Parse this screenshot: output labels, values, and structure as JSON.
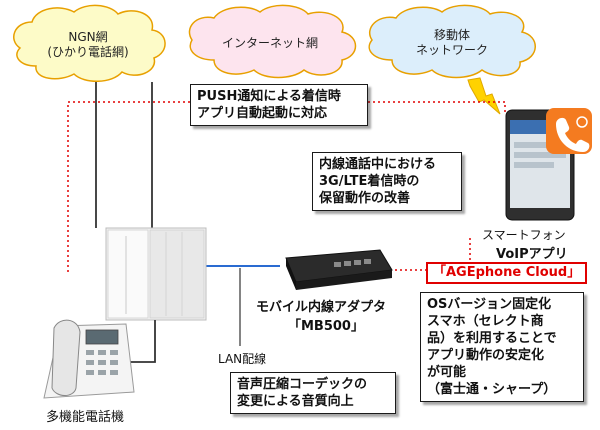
{
  "clouds": {
    "ngn": {
      "line1": "NGN網",
      "line2": "(ひかり電話網)"
    },
    "internet": {
      "label": "インターネット網"
    },
    "mobile": {
      "line1": "移動体",
      "line2": "ネットワーク"
    }
  },
  "notes": {
    "push": {
      "line1": "PUSH通知による着信時",
      "line2": "アプリ自動起動に対応"
    },
    "hold": {
      "line1": "内線通話中における",
      "line2": "3G/LTE着信時の",
      "line3": "保留動作の改善"
    },
    "os": {
      "line1": "OSバージョン固定化",
      "line2": "スマホ（セレクト商",
      "line3": "品）を利用することで",
      "line4": "アプリ動作の安定化",
      "line5": "が可能",
      "line6": "（富士通・シャープ）"
    },
    "codec": {
      "line1": "音声圧縮コーデックの",
      "line2": "変更による音質向上"
    }
  },
  "labels": {
    "smartphone": "スマートフォン",
    "voip_app": "VoIPアプリ",
    "agephone": "「AGEphone Cloud」",
    "adapter_line1": "モバイル内線アダプタ",
    "adapter_line2": "「MB500」",
    "lan": "LAN配線",
    "phone": "多機能電話機"
  },
  "colors": {
    "ngn_cloud": "#fdfbc8",
    "internet_cloud": "#fde4ee",
    "mobile_cloud": "#dceefb",
    "cloud_border": "#e8a000",
    "dotted_red": "#e00000",
    "lightning": "#ffd200",
    "app_icon": "#f47b20"
  }
}
